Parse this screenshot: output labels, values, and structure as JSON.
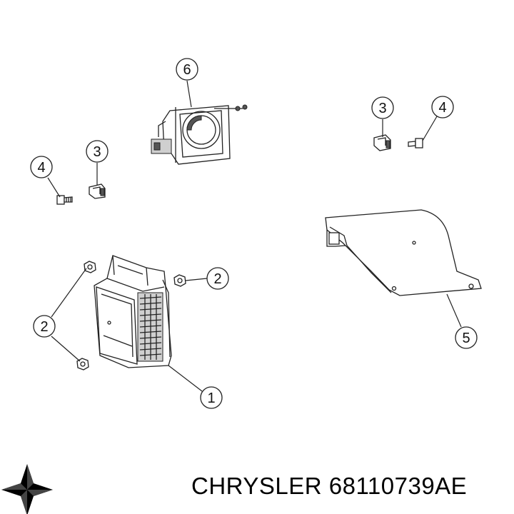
{
  "brand": {
    "name": "CHRYSLER",
    "part_number": "68110739AE",
    "logo": "chrysler-pentastar-icon"
  },
  "callouts": [
    {
      "id": "callout-6",
      "label": "6"
    },
    {
      "id": "callout-3-left",
      "label": "3"
    },
    {
      "id": "callout-4-left",
      "label": "4"
    },
    {
      "id": "callout-3-right",
      "label": "3"
    },
    {
      "id": "callout-4-right",
      "label": "4"
    },
    {
      "id": "callout-2-right",
      "label": "2"
    },
    {
      "id": "callout-2-left",
      "label": "2"
    },
    {
      "id": "callout-1",
      "label": "1"
    },
    {
      "id": "callout-5",
      "label": "5"
    }
  ],
  "colors": {
    "line": "#222222",
    "background": "#ffffff",
    "text": "#000000"
  }
}
